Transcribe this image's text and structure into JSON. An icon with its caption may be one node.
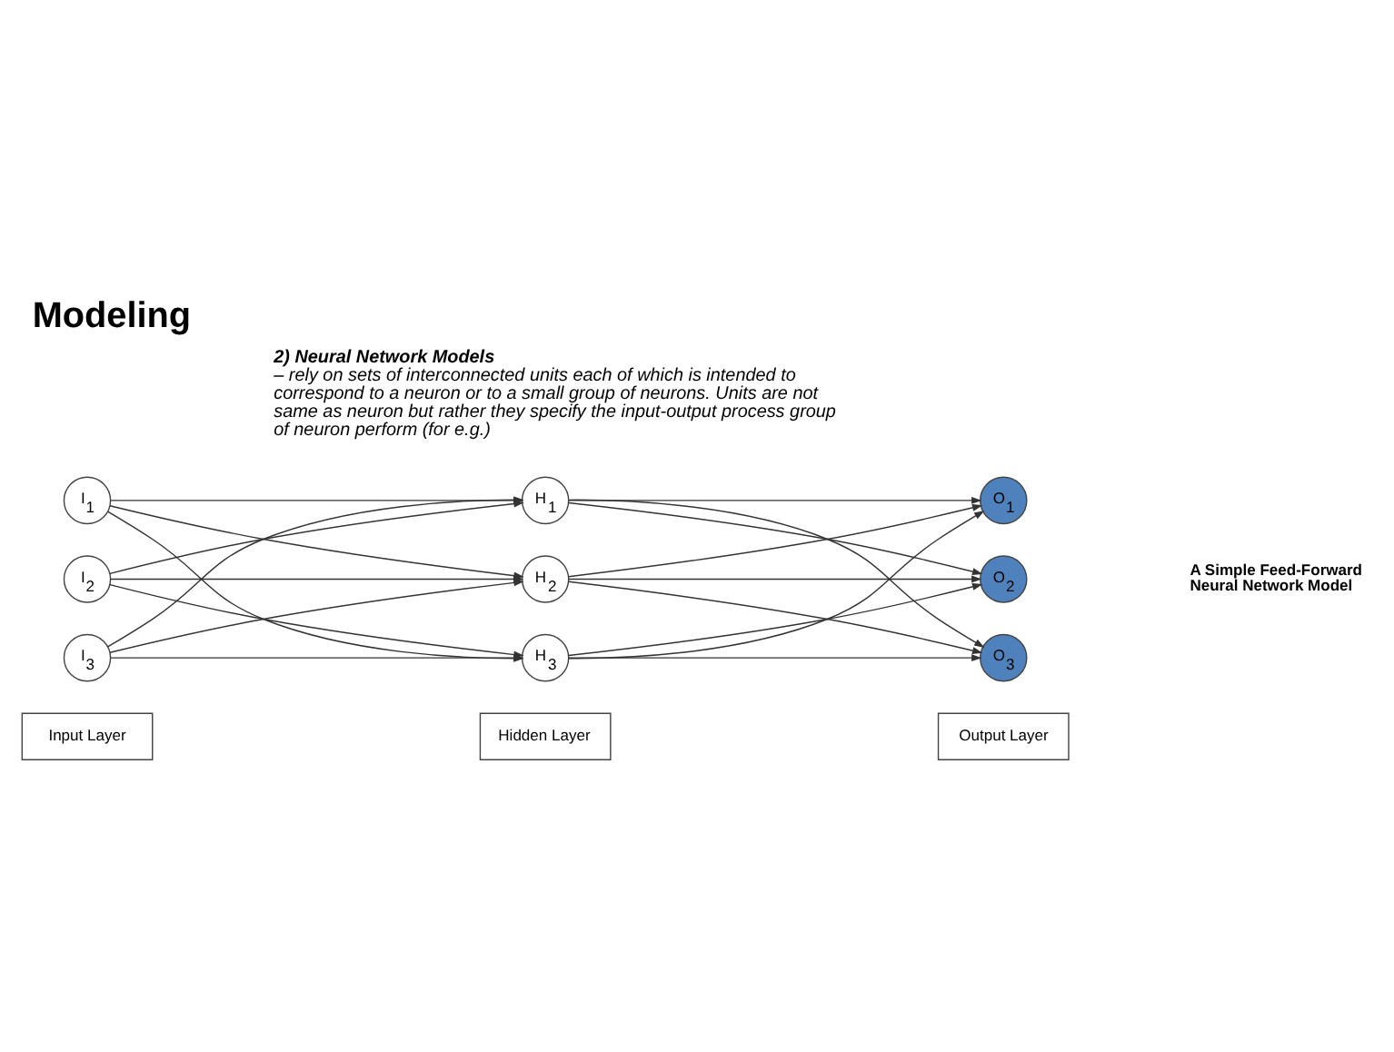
{
  "diagram": {
    "title": "Modeling",
    "nodes": [
      {
        "text": [
          "I$_{1}$"
        ]
      },
      {
        "text": [
          "I$_{2}$"
        ]
      },
      {
        "text": [
          "I$_{3}$"
        ]
      },
      {
        "text": [
          "H$_{1}$"
        ]
      },
      {
        "text": [
          "H$_{2}$"
        ]
      },
      {
        "text": [
          "H$_{3}$"
        ]
      },
      {
        "text": [
          "O$_{1}$"
        ]
      },
      {
        "text": [
          "O$_{2}$"
        ]
      },
      {
        "text": [
          "O$_{3}$"
        ]
      },
      {
        "text": [
          "Input Layer"
        ]
      },
      {
        "text": [
          "Hidden Layer"
        ]
      },
      {
        "text": [
          "Output Layer"
        ]
      }
    ],
    "edges": [
      {
        "from": 0,
        "to": 3,
        "arrow": "to"
      },
      {
        "from": 0,
        "to": 4,
        "arrow": "to"
      },
      {
        "from": 0,
        "to": 5,
        "arrow": "to"
      },
      {
        "from": 1,
        "to": 3,
        "arrow": "to"
      },
      {
        "from": 1,
        "to": 4,
        "arrow": "to"
      },
      {
        "from": 1,
        "to": 5,
        "arrow": "to"
      },
      {
        "from": 2,
        "to": 3,
        "arrow": "to"
      },
      {
        "from": 2,
        "to": 4,
        "arrow": "to"
      },
      {
        "from": 2,
        "to": 5,
        "arrow": "to"
      },
      {
        "from": 3,
        "to": 6,
        "arrow": "to"
      },
      {
        "from": 3,
        "to": 7,
        "arrow": "to"
      },
      {
        "from": 3,
        "to": 8,
        "arrow": "to"
      },
      {
        "from": 4,
        "to": 6,
        "arrow": "to"
      },
      {
        "from": 4,
        "to": 7,
        "arrow": "to"
      },
      {
        "from": 4,
        "to": 8,
        "arrow": "to"
      },
      {
        "from": 5,
        "to": 6,
        "arrow": "to"
      },
      {
        "from": 5,
        "to": 7,
        "arrow": "to"
      },
      {
        "from": 5,
        "to": 8,
        "arrow": "to"
      }
    ],
    "labels": [
      "**2) Neural Network Models** – rely on sets of interconnected units each of which is intended to correspond to a neuron or to a small group of neurons. Units are not same as neuron but rather they specify the input-output process group of neuron perform (for e.g.)",
      "A Simple Feed-Forward Neural Network Model"
    ]
  }
}
